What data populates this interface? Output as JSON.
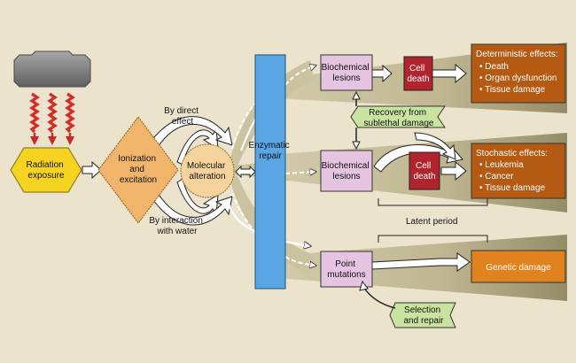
{
  "nodes": {
    "radiation": [
      "Radiation",
      "exposure"
    ],
    "ionization": [
      "Ionization",
      "and",
      "excitation"
    ],
    "molecular": [
      "Molecular",
      "alteration"
    ],
    "enzymatic": [
      "Enzymatic",
      "repair"
    ],
    "biochem_top": [
      "Biochemical",
      "lesions"
    ],
    "celldeath_top": [
      "Cell",
      "death"
    ],
    "biochem_mid": [
      "Biochemical",
      "lesions"
    ],
    "celldeath_mid": [
      "Cell",
      "death"
    ],
    "point_mutations": [
      "Point",
      "mutations"
    ],
    "recovery": [
      "Recovery from",
      "sublethal damage"
    ],
    "selection": [
      "Selection",
      "and repair"
    ]
  },
  "effects": {
    "deterministic": {
      "title": "Deterministic effects:",
      "items": [
        "• Death",
        "• Organ dysfunction",
        "• Tissue damage"
      ]
    },
    "stochastic": {
      "title": "Stochastic effects:",
      "items": [
        "• Leukemia",
        "• Cancer",
        "• Tissue damage"
      ]
    },
    "genetic": {
      "title": "Genetic damage"
    }
  },
  "labels": {
    "direct": [
      "By direct",
      "effect"
    ],
    "water": [
      "By interaction",
      "with water"
    ],
    "latent": "Latent period"
  },
  "colors": {
    "background": "#ece3cc",
    "band": "#c3bb97",
    "yellow_hex": "#f7d321",
    "orange_diamond": "#f0b56a",
    "molecular_circle": "#f6d29c",
    "enzymatic_blue": "#5aa5e4",
    "lesion_pink": "#e4c4e1",
    "cell_death_red": "#b1232d",
    "effect_brown": "#b45a12",
    "genetic_orange": "#e0821e",
    "recovery_green": "#c9e4a0",
    "radiation_red": "#d22b2b"
  },
  "icons": [
    "xray-tube-icon",
    "radiation-wave-icon"
  ]
}
